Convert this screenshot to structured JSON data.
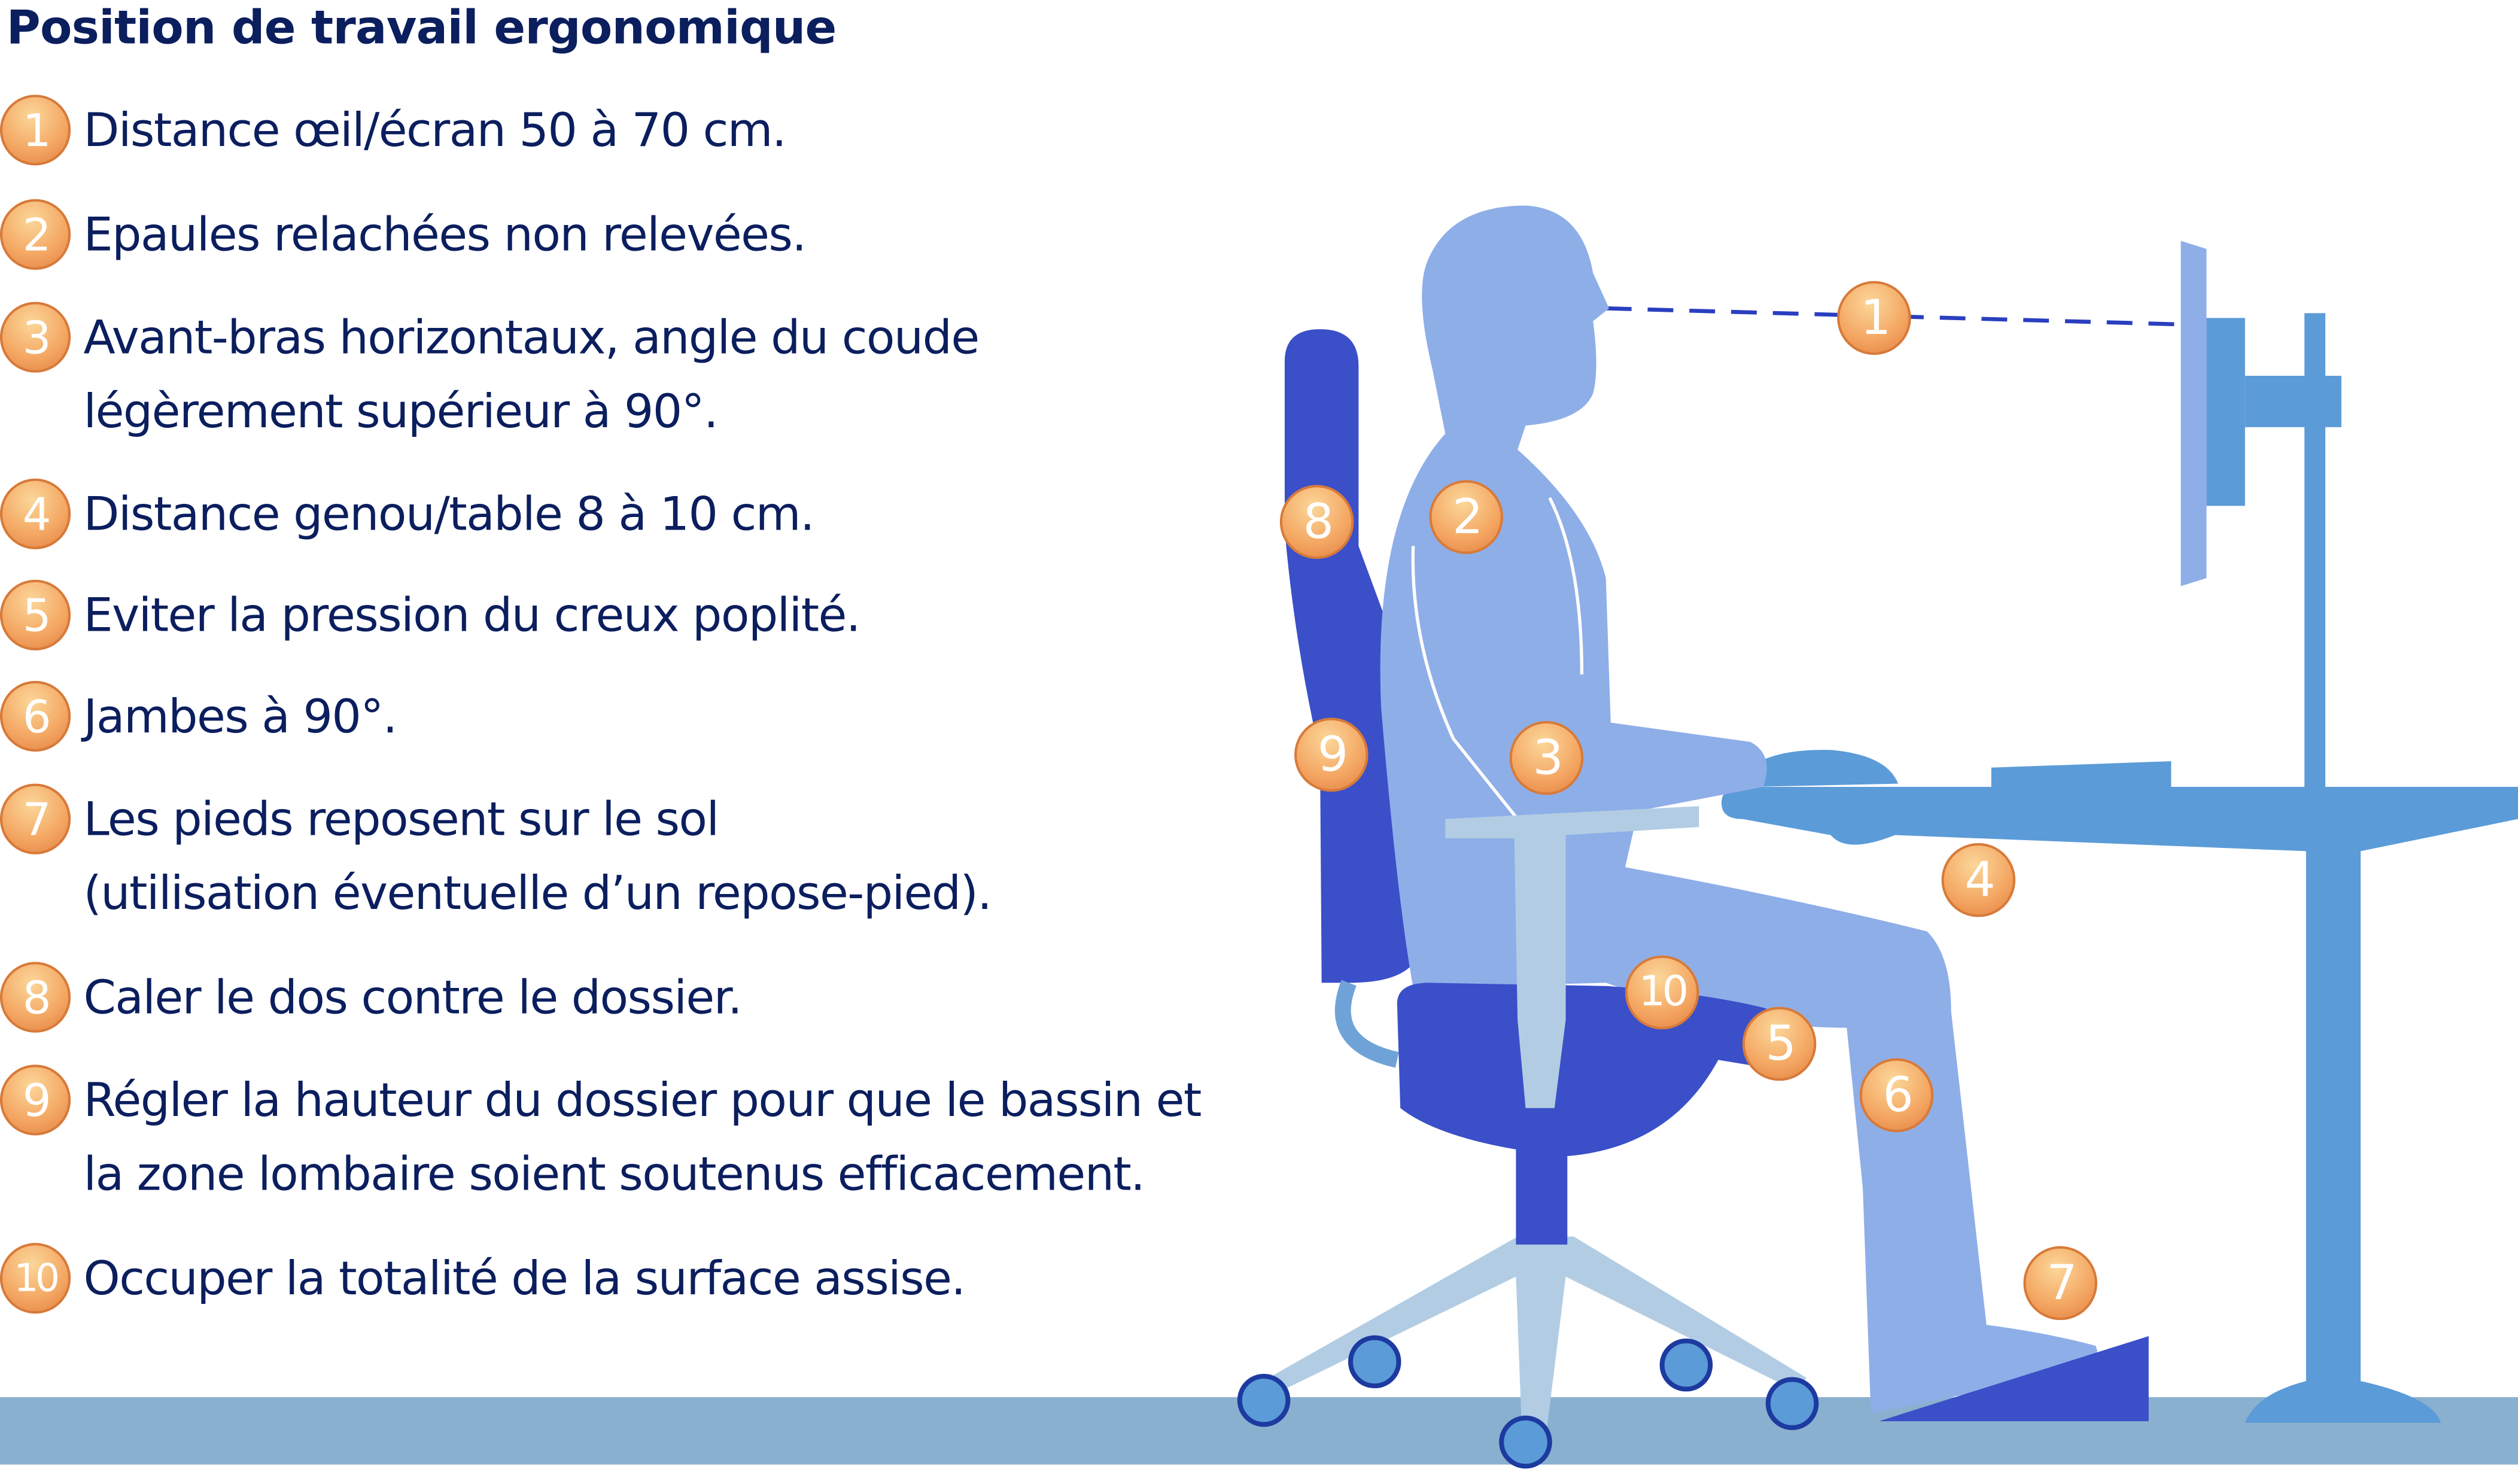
{
  "title": "Position de travail ergonomique",
  "items": [
    {
      "num": "1",
      "lines": [
        "Distance œil/écran 50 à 70 cm."
      ]
    },
    {
      "num": "2",
      "lines": [
        "Epaules relachées non relevées."
      ]
    },
    {
      "num": "3",
      "lines": [
        "Avant-bras horizontaux, angle du coude",
        "légèrement supérieur à 90°."
      ]
    },
    {
      "num": "4",
      "lines": [
        "Distance genou/table 8 à 10 cm."
      ]
    },
    {
      "num": "5",
      "lines": [
        "Eviter la pression du creux poplité."
      ]
    },
    {
      "num": "6",
      "lines": [
        "Jambes à 90°."
      ]
    },
    {
      "num": "7",
      "lines": [
        "Les pieds reposent sur le sol",
        "(utilisation éventuelle d’un repose-pied)."
      ]
    },
    {
      "num": "8",
      "lines": [
        "Caler le dos contre le dossier."
      ]
    },
    {
      "num": "9",
      "lines": [
        "Régler la hauteur du dossier pour que le bassin et",
        "la zone lombaire soient soutenus efficacement."
      ]
    },
    {
      "num": "10",
      "lines": [
        "Occuper la totalité de la surface assise."
      ]
    }
  ],
  "colors": {
    "text": "#0b1e5e",
    "body": "#8eaee8",
    "chair": "#3a4fc8",
    "desk": "#5b9bd8",
    "armrest": "#b2cde3",
    "floor": "#8ab0cf",
    "badge": "#f4a763"
  }
}
